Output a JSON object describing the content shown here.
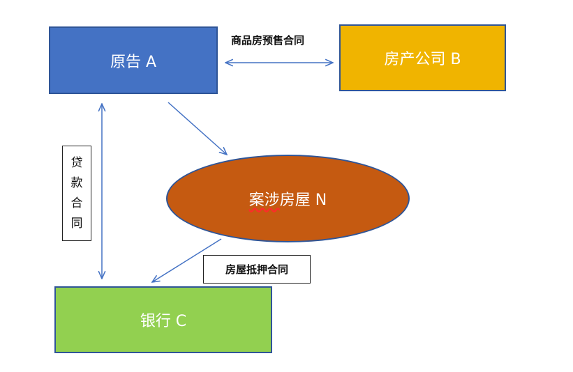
{
  "nodes": {
    "plaintiff": "原告 A",
    "company": "房产公司 B",
    "bank": "银行 C",
    "property_prefix": "案涉",
    "property_main": "房屋",
    "property_suffix": " N"
  },
  "relations": {
    "presale": "商品房预售合同",
    "loan": [
      "贷",
      "款",
      "合",
      "同"
    ],
    "mortgage": "房屋抵押合同"
  },
  "colors": {
    "plaintiff": "#4472C4",
    "company": "#F0B400",
    "bank": "#92D050",
    "property": "#C55A11",
    "arrow": "#4472C4",
    "border": "#2F5597"
  }
}
